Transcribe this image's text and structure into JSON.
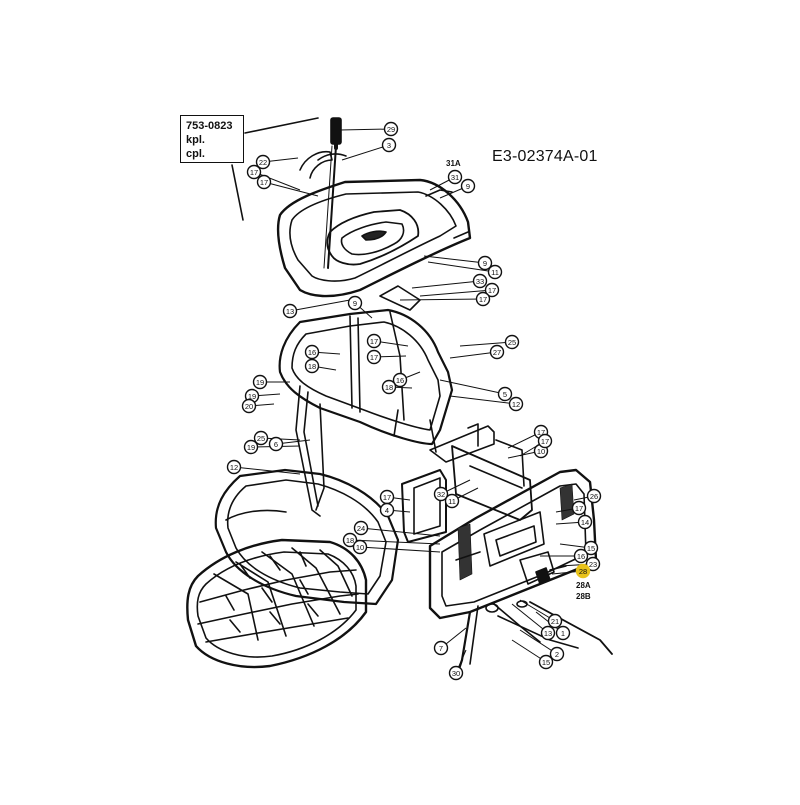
{
  "kit": {
    "line1": "753-0823",
    "line2": "kpl.",
    "line3": "cpl."
  },
  "diagram_code": "E3-02374A-01",
  "highlight_color": "#e8c21a",
  "extra_labels": {
    "l31A": "31A",
    "l28A": "28A",
    "l28B": "28B"
  },
  "parts": [
    {
      "id": "p1",
      "num": "29"
    },
    {
      "id": "p2",
      "num": "3"
    },
    {
      "id": "p3",
      "num": "22"
    },
    {
      "id": "p4",
      "num": "17"
    },
    {
      "id": "p5",
      "num": "17"
    },
    {
      "id": "p6",
      "num": "31"
    },
    {
      "id": "p7",
      "num": "9"
    },
    {
      "id": "p8",
      "num": "9"
    },
    {
      "id": "p9",
      "num": "11"
    },
    {
      "id": "p10",
      "num": "33"
    },
    {
      "id": "p11",
      "num": "17"
    },
    {
      "id": "p12",
      "num": "17"
    },
    {
      "id": "p13",
      "num": "13"
    },
    {
      "id": "p14",
      "num": "9"
    },
    {
      "id": "p15",
      "num": "16"
    },
    {
      "id": "p16",
      "num": "18"
    },
    {
      "id": "p17",
      "num": "25"
    },
    {
      "id": "p18",
      "num": "17"
    },
    {
      "id": "p19",
      "num": "27"
    },
    {
      "id": "p20",
      "num": "17"
    },
    {
      "id": "p21",
      "num": "19"
    },
    {
      "id": "p22",
      "num": "16"
    },
    {
      "id": "p23",
      "num": "19"
    },
    {
      "id": "p24",
      "num": "18"
    },
    {
      "id": "p25",
      "num": "20"
    },
    {
      "id": "p26",
      "num": "5"
    },
    {
      "id": "p27",
      "num": "12"
    },
    {
      "id": "p28",
      "num": "25"
    },
    {
      "id": "p29",
      "num": "19"
    },
    {
      "id": "p30",
      "num": "6"
    },
    {
      "id": "p31",
      "num": "12"
    },
    {
      "id": "p32",
      "num": "17"
    },
    {
      "id": "p33",
      "num": "10"
    },
    {
      "id": "p34",
      "num": "17"
    },
    {
      "id": "p35",
      "num": "32"
    },
    {
      "id": "p36",
      "num": "11"
    },
    {
      "id": "p37",
      "num": "17"
    },
    {
      "id": "p38",
      "num": "4"
    },
    {
      "id": "p39",
      "num": "26"
    },
    {
      "id": "p40",
      "num": "17"
    },
    {
      "id": "p41",
      "num": "14"
    },
    {
      "id": "p42",
      "num": "24"
    },
    {
      "id": "p43",
      "num": "18"
    },
    {
      "id": "p44",
      "num": "10"
    },
    {
      "id": "p45",
      "num": "15"
    },
    {
      "id": "p46",
      "num": "16"
    },
    {
      "id": "p47",
      "num": "23"
    },
    {
      "id": "p48",
      "num": "28"
    },
    {
      "id": "p49",
      "num": "21"
    },
    {
      "id": "p50",
      "num": "13"
    },
    {
      "id": "p51",
      "num": "1"
    },
    {
      "id": "p52",
      "num": "2"
    },
    {
      "id": "p53",
      "num": "7"
    },
    {
      "id": "p54",
      "num": "15"
    },
    {
      "id": "p55",
      "num": "30"
    }
  ]
}
